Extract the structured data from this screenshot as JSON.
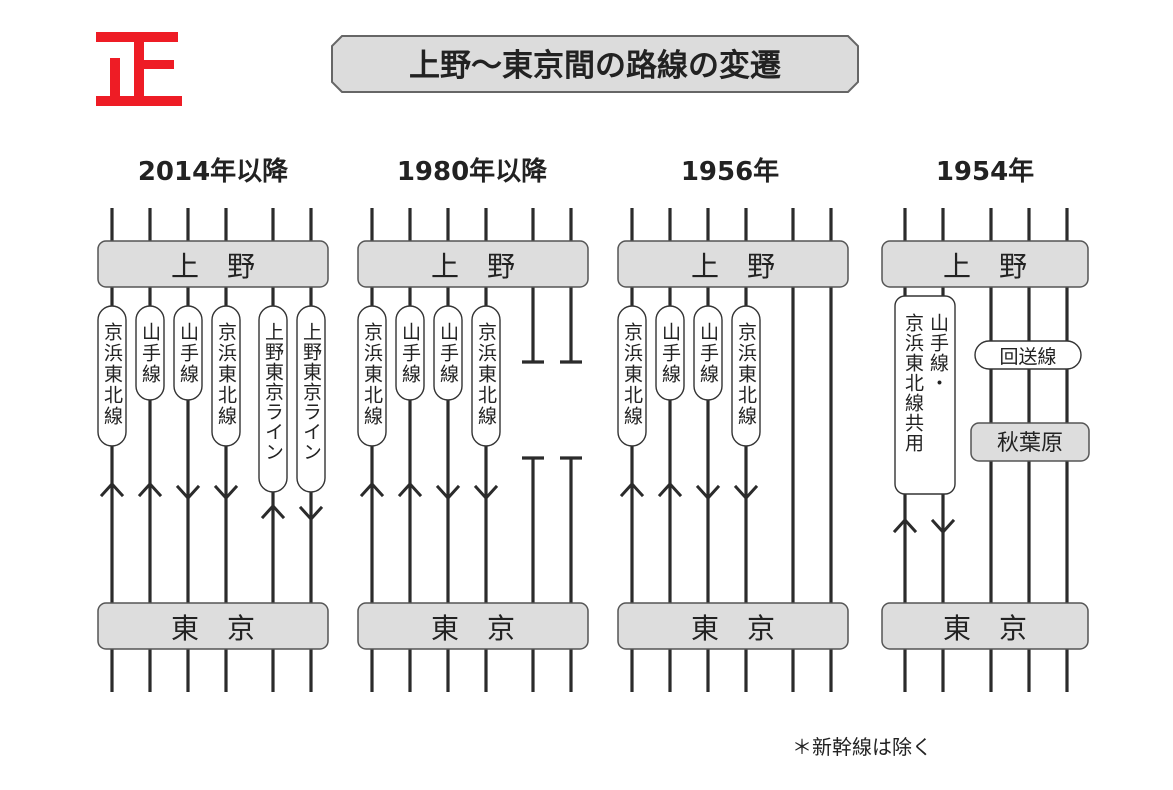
{
  "title": "上野〜東京間の路線の変遷",
  "seal_text": "正",
  "note": "＊新幹線は除く",
  "colors": {
    "seal": "#ee1c25",
    "station_box": "#dddddd",
    "track": "#2b2b2b",
    "title_box": "#dcdcdc"
  },
  "periods": [
    {
      "year": "2014年以降",
      "stations": {
        "top": "上　野",
        "bottom": "東　京"
      },
      "tracks": [
        {
          "line": "京浜東北線",
          "direction": "up"
        },
        {
          "line": "山手線",
          "direction": "up"
        },
        {
          "line": "山手線",
          "direction": "down"
        },
        {
          "line": "京浜東北線",
          "direction": "down"
        },
        {
          "line": "上野東京ライン",
          "direction": "up"
        },
        {
          "line": "上野東京ライン",
          "direction": "down"
        }
      ]
    },
    {
      "year": "1980年以降",
      "stations": {
        "top": "上　野",
        "bottom": "東　京"
      },
      "tracks": [
        {
          "line": "京浜東北線",
          "direction": "up"
        },
        {
          "line": "山手線",
          "direction": "up"
        },
        {
          "line": "山手線",
          "direction": "down"
        },
        {
          "line": "京浜東北線",
          "direction": "down"
        },
        {
          "line": "",
          "direction": "none",
          "gap": true
        },
        {
          "line": "",
          "direction": "none",
          "gap": true
        }
      ]
    },
    {
      "year": "1956年",
      "stations": {
        "top": "上　野",
        "bottom": "東　京"
      },
      "tracks": [
        {
          "line": "京浜東北線",
          "direction": "up"
        },
        {
          "line": "山手線",
          "direction": "up"
        },
        {
          "line": "山手線",
          "direction": "down"
        },
        {
          "line": "京浜東北線",
          "direction": "down"
        },
        {
          "line": "",
          "direction": "none"
        },
        {
          "line": "",
          "direction": "none"
        }
      ]
    },
    {
      "year": "1954年",
      "stations": {
        "top": "上　野",
        "bottom": "東　京",
        "middle": "秋葉原"
      },
      "shared_label": "山手線・京浜東北線共用",
      "shared_label_col1": "山手線・",
      "shared_label_col2": "京浜東北線共用",
      "deadhead_label": "回送線",
      "tracks": [
        {
          "line": "山手線・京浜東北線共用",
          "direction": "up"
        },
        {
          "line": "山手線・京浜東北線共用",
          "direction": "down"
        },
        {
          "line": "回送線",
          "direction": "none"
        },
        {
          "line": "回送線",
          "direction": "none"
        }
      ]
    }
  ]
}
